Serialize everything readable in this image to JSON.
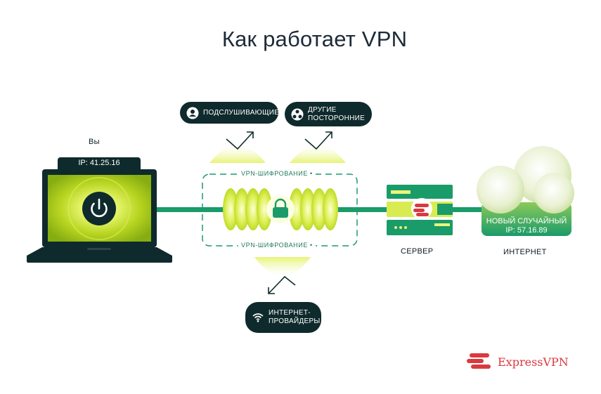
{
  "title": "Как работает VPN",
  "user": {
    "label": "Вы",
    "ip": "IP: 41.25.16"
  },
  "encryption": {
    "top_label": "VPN-ШИФРОВАНИЕ",
    "bottom_label": "VPN-ШИФРОВАНИЕ"
  },
  "threats": {
    "eavesdroppers": "ПОДСЛУШИВАЮЩИЕ",
    "third_parties": "ДРУГИЕ\nПОСТОРОННИЕ",
    "isps": "ИНТЕРНЕТ-\nПРОВАЙДЕРЫ"
  },
  "server": {
    "label": "СЕРВЕР"
  },
  "internet": {
    "label": "ИНТЕРНЕТ",
    "new_ip": "НОВЫЙ СЛУЧАЙНЫЙ\nIP: 57.16.89"
  },
  "brand": {
    "name": "ExpressVPN"
  },
  "icons": {
    "power": "power-icon",
    "lock": "lock-icon",
    "eavesdropper": "person-icon",
    "third_parties": "group-icon",
    "isp": "wifi-icon",
    "brand": "expressvpn-logo-icon"
  },
  "colors": {
    "dark": "#0f2a2c",
    "lime": "#c8e03a",
    "green": "#1a9b6a",
    "brand_red": "#da3940"
  }
}
